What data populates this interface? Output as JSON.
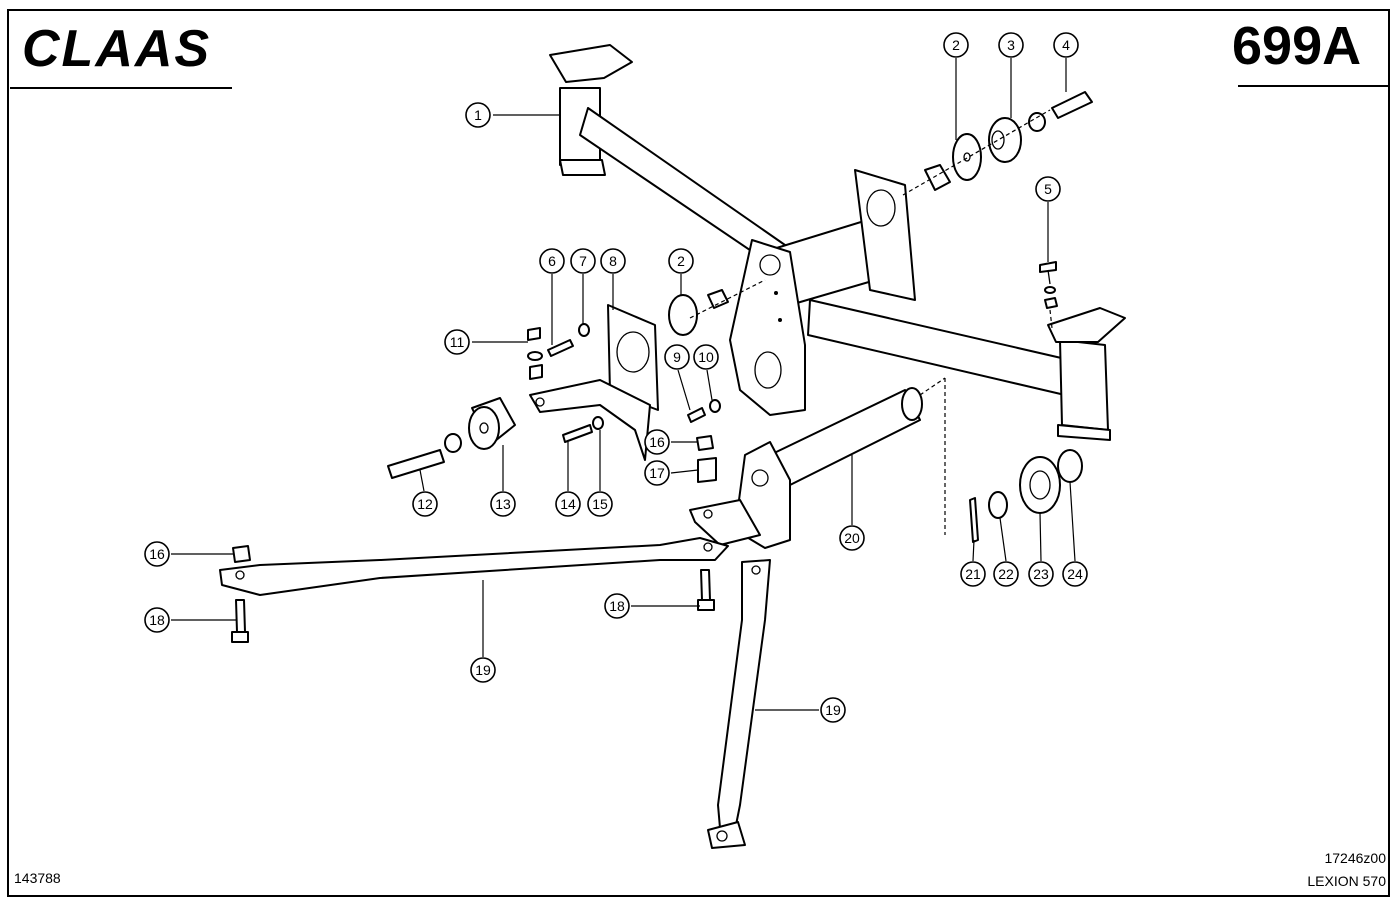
{
  "header": {
    "brand": "CLAAS",
    "page_number": "699A"
  },
  "footer": {
    "left_code": "143788",
    "right_code": "17246z00",
    "model": "LEXION 570"
  },
  "callouts": [
    "1",
    "2",
    "3",
    "4",
    "5",
    "6",
    "7",
    "8",
    "2",
    "9",
    "10",
    "11",
    "12",
    "13",
    "14",
    "15",
    "16",
    "17",
    "20",
    "16",
    "18",
    "18",
    "19",
    "19",
    "21",
    "22",
    "23",
    "24"
  ]
}
